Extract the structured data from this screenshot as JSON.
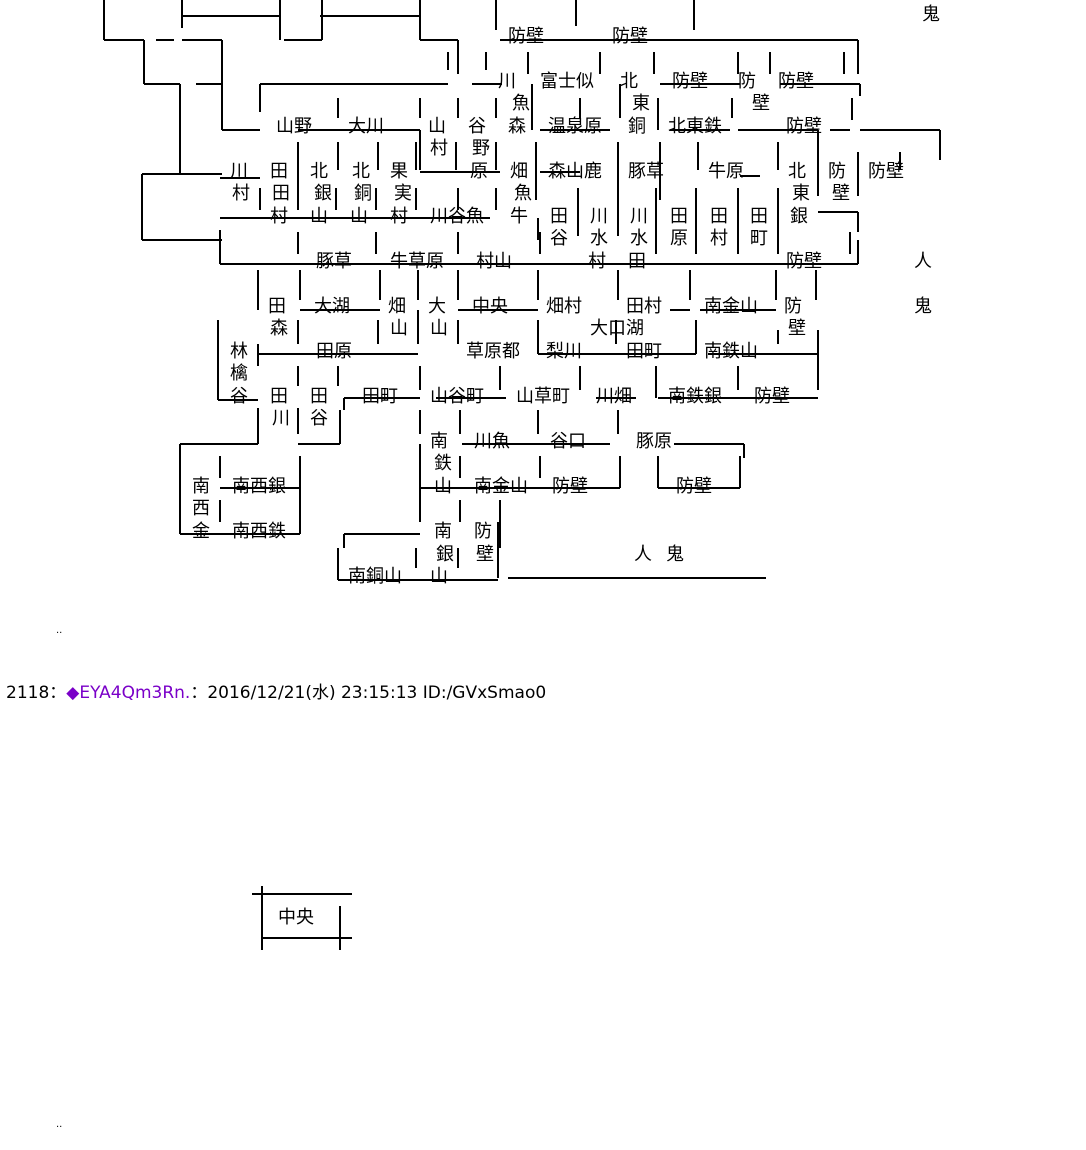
{
  "accent_color": "#7a00c8",
  "map": {
    "labels": [
      "防壁",
      "防壁",
      "鬼",
      "川",
      "富士似",
      "北",
      "防壁",
      "防",
      "防壁",
      "魚",
      "東",
      "壁",
      "山野",
      "大川",
      "山",
      "谷",
      "森",
      "温泉原",
      "銅",
      "北東鉄",
      "防壁",
      "村",
      "野",
      "川",
      "田",
      "北",
      "北",
      "果",
      "原",
      "畑",
      "森山鹿",
      "豚草",
      "牛原",
      "北",
      "防",
      "防壁",
      "村",
      "田",
      "銀",
      "銅",
      "実",
      "魚",
      "東",
      "壁",
      "村",
      "山",
      "山",
      "村",
      "川谷魚",
      "牛",
      "田",
      "川",
      "川",
      "田",
      "田",
      "田",
      "銀",
      "谷",
      "水",
      "水",
      "原",
      "村",
      "町",
      "豚草",
      "牛草原",
      "村山",
      "村",
      "田",
      "防壁",
      "人",
      "田",
      "大湖",
      "畑",
      "大",
      "中央",
      "畑村",
      "田村",
      "南金山",
      "防",
      "鬼",
      "森",
      "山",
      "山",
      "大口湖",
      "壁",
      "林",
      "田原",
      "草原都",
      "梨川",
      "田町",
      "南鉄山",
      "檎",
      "谷",
      "田",
      "田",
      "田町",
      "山谷町",
      "山草町",
      "川畑",
      "南鉄銀",
      "防壁",
      "川",
      "谷",
      "南",
      "川魚",
      "谷口",
      "豚原",
      "鉄",
      "南",
      "南西銀",
      "山",
      "南金山",
      "防壁",
      "防壁",
      "西",
      "金",
      "南西鉄",
      "南",
      "防",
      "銀",
      "壁",
      "人",
      "鬼",
      "南銅山",
      "山"
    ]
  },
  "post": {
    "number": "2118",
    "separator": "：",
    "trip": "◆EYA4Qm3Rn.",
    "meta": "：2016/12/21(水) 23:15:13 ID:/GVxSmao0"
  },
  "inset": {
    "label": "中央"
  },
  "dots": {
    "top": "..",
    "bottom": ".."
  }
}
